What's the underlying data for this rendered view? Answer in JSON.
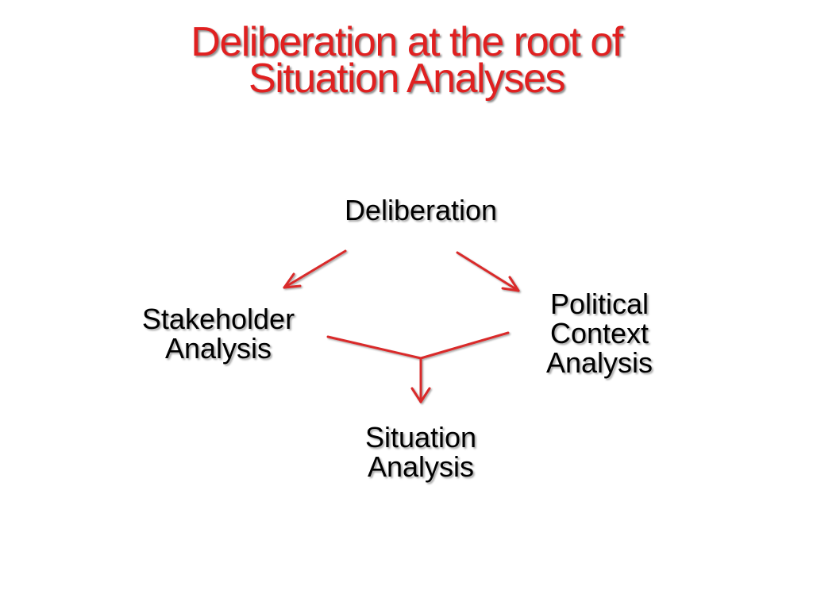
{
  "title": {
    "line1": "Deliberation at the root of",
    "line2": "Situation Analyses"
  },
  "nodes": {
    "deliberation": {
      "line1": "Deliberation"
    },
    "stakeholder": {
      "line1": "Stakeholder",
      "line2": "Analysis"
    },
    "political": {
      "line1": "Political",
      "line2": "Context",
      "line3": "Analysis"
    },
    "situation": {
      "line1": "Situation",
      "line2": "Analysis"
    }
  },
  "colors": {
    "title": "#e02020",
    "arrow": "#d92c2c",
    "text": "#000000"
  }
}
